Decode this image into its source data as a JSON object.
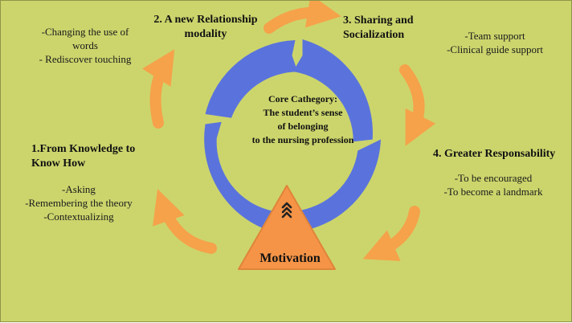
{
  "colors": {
    "background": "#ccd56c",
    "ring": "#5a73dc",
    "arrow": "#f5a24b",
    "triangle": "#f59447"
  },
  "core": {
    "lines": [
      "Core Cathegory:",
      "The student’s sense",
      "of belonging",
      "to the nursing profession"
    ]
  },
  "motivation": {
    "label": "Motivation",
    "icon": "triple-chevron-up-icon"
  },
  "stages": [
    {
      "title_lines": [
        "1.From Knowledge to",
        "Know How"
      ],
      "items": [
        "-Asking",
        "-Remembering the theory",
        "-Contextualizing"
      ]
    },
    {
      "title_lines": [
        "2. A new Relationship",
        "modality"
      ],
      "items": [
        "-Changing the use of",
        "words",
        "- Rediscover touching"
      ]
    },
    {
      "title_lines": [
        "3. Sharing and",
        "Socialization"
      ],
      "items": [
        "-Team support",
        "-Clinical guide support"
      ]
    },
    {
      "title_lines": [
        "4. Greater Responsability"
      ],
      "items": [
        "-To be encouraged",
        "-To become a landmark"
      ]
    }
  ]
}
